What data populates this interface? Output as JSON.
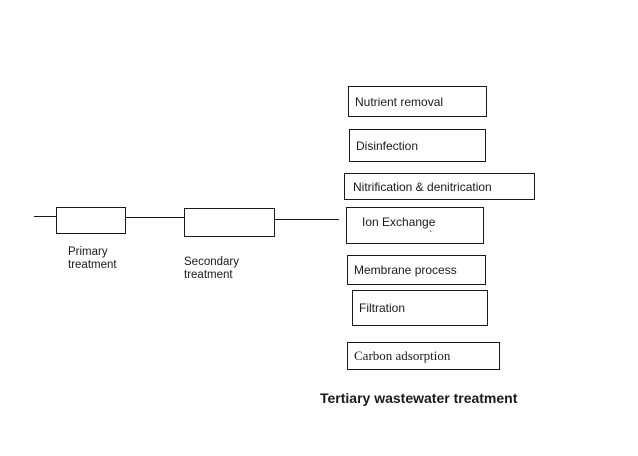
{
  "flow": {
    "primary_label_1": "Primary",
    "primary_label_2": "treatment",
    "secondary_label_1": "Secondary",
    "secondary_label_2": "treatment"
  },
  "tertiary_processes": [
    "Nutrient removal",
    "Disinfection",
    "Nitrification & denitrication",
    "Ion Exchange",
    "Membrane process",
    "Filtration",
    "Carbon adsorption"
  ],
  "caption": "Tertiary wastewater treatment"
}
